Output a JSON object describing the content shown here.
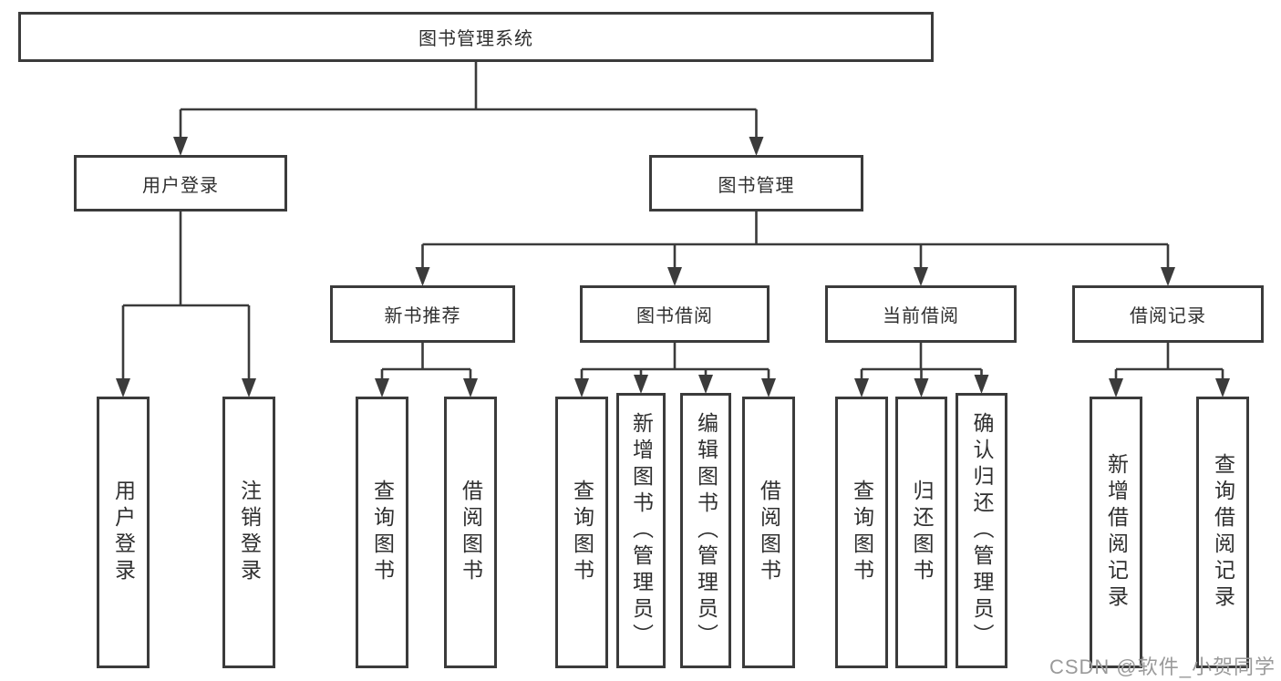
{
  "watermark": {
    "text": "CSDN @软件_小贺同学"
  },
  "colors": {
    "background": "#ffffff",
    "line": "#3b3b3b",
    "box_border": "#3b3b3b",
    "text": "#2f2f2f",
    "watermark": "#9a9a9a"
  },
  "diagram": {
    "type": "tree",
    "title": "图书管理系统",
    "root": {
      "id": "root",
      "label": "图书管理系统",
      "children": [
        {
          "id": "login",
          "label": "用户登录",
          "children": [
            {
              "id": "login-user",
              "label": "用户登录"
            },
            {
              "id": "login-logout",
              "label": "注销登录"
            }
          ]
        },
        {
          "id": "bookmgmt",
          "label": "图书管理",
          "children": [
            {
              "id": "newbook",
              "label": "新书推荐",
              "children": [
                {
                  "id": "newbook-query",
                  "label": "查询图书"
                },
                {
                  "id": "newbook-borrow",
                  "label": "借阅图书"
                }
              ]
            },
            {
              "id": "borrow",
              "label": "图书借阅",
              "children": [
                {
                  "id": "borrow-query",
                  "label": "查询图书"
                },
                {
                  "id": "borrow-add",
                  "label": "新增图书（管理员）"
                },
                {
                  "id": "borrow-edit",
                  "label": "编辑图书（管理员）"
                },
                {
                  "id": "borrow-borrow",
                  "label": "借阅图书"
                }
              ]
            },
            {
              "id": "current",
              "label": "当前借阅",
              "children": [
                {
                  "id": "current-query",
                  "label": "查询图书"
                },
                {
                  "id": "current-return",
                  "label": "归还图书"
                },
                {
                  "id": "current-confirm",
                  "label": "确认归还（管理员）"
                }
              ]
            },
            {
              "id": "records",
              "label": "借阅记录",
              "children": [
                {
                  "id": "records-add",
                  "label": "新增借阅记录"
                },
                {
                  "id": "records-query",
                  "label": "查询借阅记录"
                }
              ]
            }
          ]
        }
      ]
    }
  }
}
